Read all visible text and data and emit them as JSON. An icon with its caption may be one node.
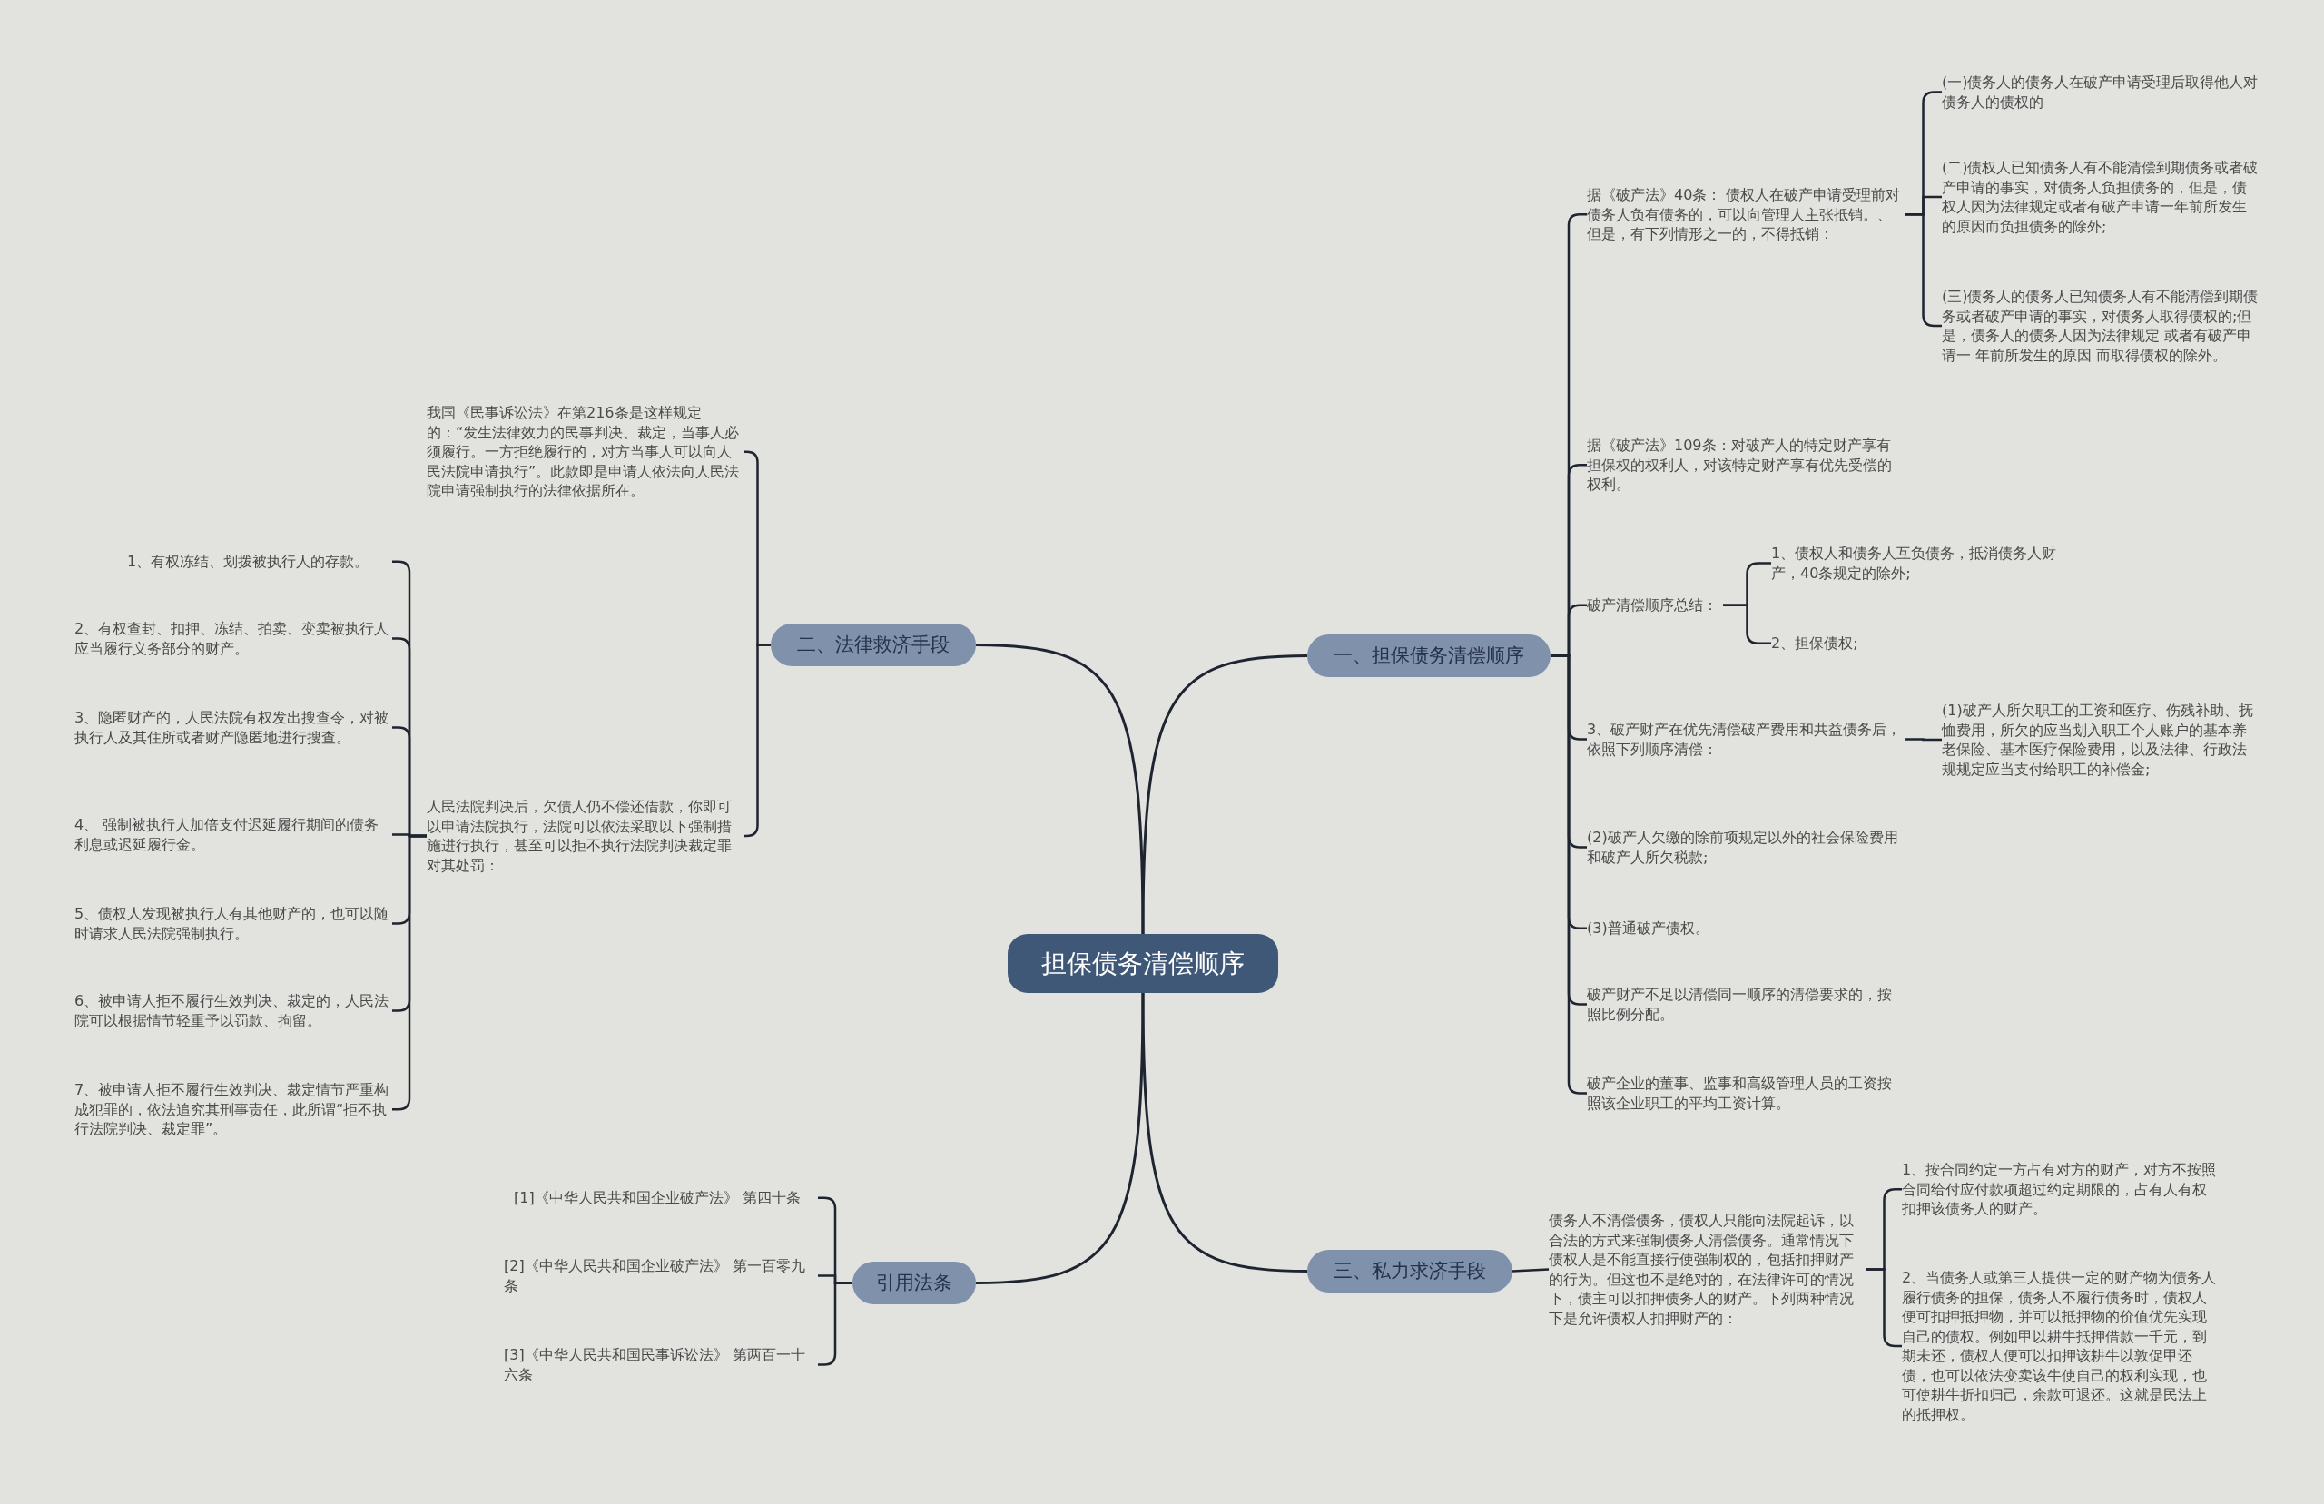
{
  "diagram": {
    "nodes": [
      {
        "text": [
          "担保债务清偿顺序"
        ]
      },
      {
        "text": [
          "一、担保债务清偿顺序"
        ]
      },
      {
        "text": [
          "据《破产法》40条： 债权人在破产申请受理前对债务人负有债务的，可以向管理人主张抵销。、但是，有下列情形之一的，不得抵销："
        ]
      },
      {
        "text": [
          "(一)债务人的债务人在破产申请受理后取得他人对债务人的债权的"
        ]
      },
      {
        "text": [
          "(二)债权人已知债务人有不能清偿到期债务或者破产申请的事实，对债务人负担债务的，但是，债权人因为法律规定或者有破产申请一年前所发生的原因而负担债务的除外;"
        ]
      },
      {
        "text": [
          "(三)债务人的债务人已知债务人有不能清偿到期债务或者破产申请的事实，对债务人取得债权的;但是，债务人的债务人因为法律规定 或者有破产申请一 年前所发生的原因 而取得债权的除外。"
        ]
      },
      {
        "text": [
          "据《破产法》109条：对破产人的特定财产享有担保权的权利人，对该特定财产享有优先受偿的权利。"
        ]
      },
      {
        "text": [
          "破产清偿顺序总结："
        ]
      },
      {
        "text": [
          "1、债权人和债务人互负债务，抵消债务人财产，40条规定的除外;"
        ]
      },
      {
        "text": [
          "2、担保债权;"
        ]
      },
      {
        "text": [
          "3、破产财产在优先清偿破产费用和共益债务后，依照下列顺序清偿："
        ]
      },
      {
        "text": [
          "(1)破产人所欠职工的工资和医疗、伤残补助、抚恤费用，所欠的应当划入职工个人账户的基本养老保险、基本医疗保险费用，以及法律、行政法规规定应当支付给职工的补偿金;"
        ]
      },
      {
        "text": [
          "(2)破产人欠缴的除前项规定以外的社会保险费用和破产人所欠税款;"
        ]
      },
      {
        "text": [
          "(3)普通破产债权。"
        ]
      },
      {
        "text": [
          "破产财产不足以清偿同一顺序的清偿要求的，按照比例分配。"
        ]
      },
      {
        "text": [
          "破产企业的董事、监事和高级管理人员的工资按照该企业职工的平均工资计算。"
        ]
      },
      {
        "text": [
          "二、法律救济手段"
        ]
      },
      {
        "text": [
          "我国《民事诉讼法》在第216条是这样规定的：“发生法律效力的民事判决、裁定，当事人必须履行。一方拒绝履行的，对方当事人可以向人民法院申请执行”。此款即是申请人依法向人民法院申请强制执行的法律依据所在。"
        ]
      },
      {
        "text": [
          "人民法院判决后，欠债人仍不偿还借款，你即可以申请法院执行，法院可以依法采取以下强制措施进行执行，甚至可以拒不执行法院判决裁定罪对其处罚："
        ]
      },
      {
        "text": [
          "1、有权冻结、划拨被执行人的存款。"
        ]
      },
      {
        "text": [
          "2、有权查封、扣押、冻结、拍卖、变卖被执行人应当履行义务部分的财产。"
        ]
      },
      {
        "text": [
          "3、隐匿财产的，人民法院有权发出搜查令，对被执行人及其住所或者财产隐匿地进行搜查。"
        ]
      },
      {
        "text": [
          "4、 强制被执行人加倍支付迟延履行期间的债务利息或迟延履行金。"
        ]
      },
      {
        "text": [
          "5、债权人发现被执行人有其他财产的，也可以随时请求人民法院强制执行。"
        ]
      },
      {
        "text": [
          "6、被申请人拒不履行生效判决、裁定的，人民法院可以根据情节轻重予以罚款、拘留。"
        ]
      },
      {
        "text": [
          "7、被申请人拒不履行生效判决、裁定情节严重构成犯罪的，依法追究其刑事责任，此所谓“拒不执行法院判决、裁定罪”。"
        ]
      },
      {
        "text": [
          "三、私力求济手段"
        ]
      },
      {
        "text": [
          "债务人不清偿债务，债权人只能向法院起诉，以合法的方式来强制债务人清偿债务。通常情况下债权人是不能直接行使强制权的，包括扣押财产的行为。但这也不是绝对的，在法律许可的情况下，债主可以扣押债务人的财产。下列两种情况下是允许债权人扣押财产的："
        ]
      },
      {
        "text": [
          "1、按合同约定一方占有对方的财产，对方不按照合同给付应付款项超过约定期限的，占有人有权扣押该债务人的财产。"
        ]
      },
      {
        "text": [
          "2、当债务人或第三人提供一定的财产物为债务人履行债务的担保，债务人不履行债务时，债权人便可扣押抵押物，并可以抵押物的价值优先实现自己的债权。例如甲以耕牛抵押借款一千元，到期未还，债权人便可以扣押该耕牛以敦促甲还债，也可以依法变卖该牛使自己的权利实现，也可使耕牛折扣归己，余款可退还。这就是民法上的抵押权。"
        ]
      },
      {
        "text": [
          "引用法条"
        ]
      },
      {
        "text": [
          "[1]《中华人民共和国企业破产法》 第四十条"
        ]
      },
      {
        "text": [
          "[2]《中华人民共和国企业破产法》 第一百零九条"
        ]
      },
      {
        "text": [
          "[3]《中华人民共和国民事诉讼法》 第两百一十六条"
        ]
      }
    ],
    "edges": [
      {
        "from": 0,
        "to": 1,
        "arrow": "none"
      },
      {
        "from": 0,
        "to": 16,
        "arrow": "none"
      },
      {
        "from": 0,
        "to": 26,
        "arrow": "none"
      },
      {
        "from": 0,
        "to": 30,
        "arrow": "none"
      },
      {
        "from": 1,
        "to": 2,
        "arrow": "none"
      },
      {
        "from": 1,
        "to": 6,
        "arrow": "none"
      },
      {
        "from": 1,
        "to": 7,
        "arrow": "none"
      },
      {
        "from": 1,
        "to": 10,
        "arrow": "none"
      },
      {
        "from": 1,
        "to": 12,
        "arrow": "none"
      },
      {
        "from": 1,
        "to": 13,
        "arrow": "none"
      },
      {
        "from": 1,
        "to": 14,
        "arrow": "none"
      },
      {
        "from": 1,
        "to": 15,
        "arrow": "none"
      },
      {
        "from": 2,
        "to": 3,
        "arrow": "none"
      },
      {
        "from": 2,
        "to": 4,
        "arrow": "none"
      },
      {
        "from": 2,
        "to": 5,
        "arrow": "none"
      },
      {
        "from": 7,
        "to": 8,
        "arrow": "none"
      },
      {
        "from": 7,
        "to": 9,
        "arrow": "none"
      },
      {
        "from": 10,
        "to": 11,
        "arrow": "none"
      },
      {
        "from": 16,
        "to": 17,
        "arrow": "none"
      },
      {
        "from": 16,
        "to": 18,
        "arrow": "none"
      },
      {
        "from": 18,
        "to": 19,
        "arrow": "none"
      },
      {
        "from": 18,
        "to": 20,
        "arrow": "none"
      },
      {
        "from": 18,
        "to": 21,
        "arrow": "none"
      },
      {
        "from": 18,
        "to": 22,
        "arrow": "none"
      },
      {
        "from": 18,
        "to": 23,
        "arrow": "none"
      },
      {
        "from": 18,
        "to": 24,
        "arrow": "none"
      },
      {
        "from": 18,
        "to": 25,
        "arrow": "none"
      },
      {
        "from": 26,
        "to": 27,
        "arrow": "none"
      },
      {
        "from": 27,
        "to": 28,
        "arrow": "none"
      },
      {
        "from": 27,
        "to": 29,
        "arrow": "none"
      },
      {
        "from": 30,
        "to": 31,
        "arrow": "none"
      },
      {
        "from": 30,
        "to": 32,
        "arrow": "none"
      },
      {
        "from": 30,
        "to": 33,
        "arrow": "none"
      }
    ]
  }
}
